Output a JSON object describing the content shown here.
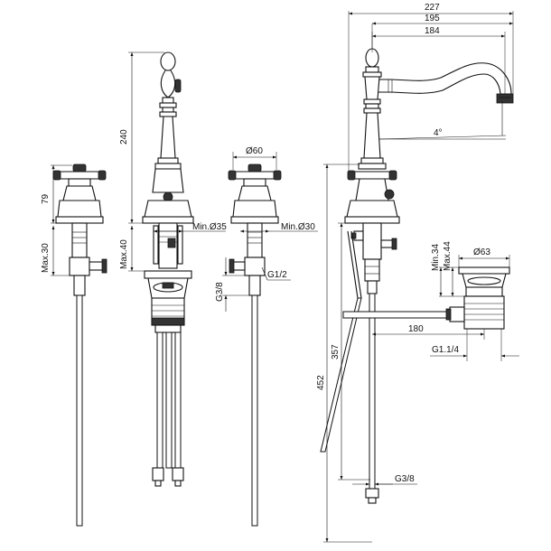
{
  "dimensions": {
    "d227": "227",
    "d195": "195",
    "d184": "184",
    "d4deg": "4°",
    "d240": "240",
    "d79": "79",
    "max30": "Max.30",
    "max40": "Max.40",
    "min35": "Min.Ø35",
    "dia60": "Ø60",
    "min30": "Min.Ø30",
    "g12": "G1/2",
    "g38a": "G3/8",
    "min34": "Min.34",
    "max44": "Max.44",
    "dia63": "Ø63",
    "d180": "180",
    "g114": "G1.1/4",
    "d357": "357",
    "d452": "452",
    "g38b": "G3/8"
  }
}
